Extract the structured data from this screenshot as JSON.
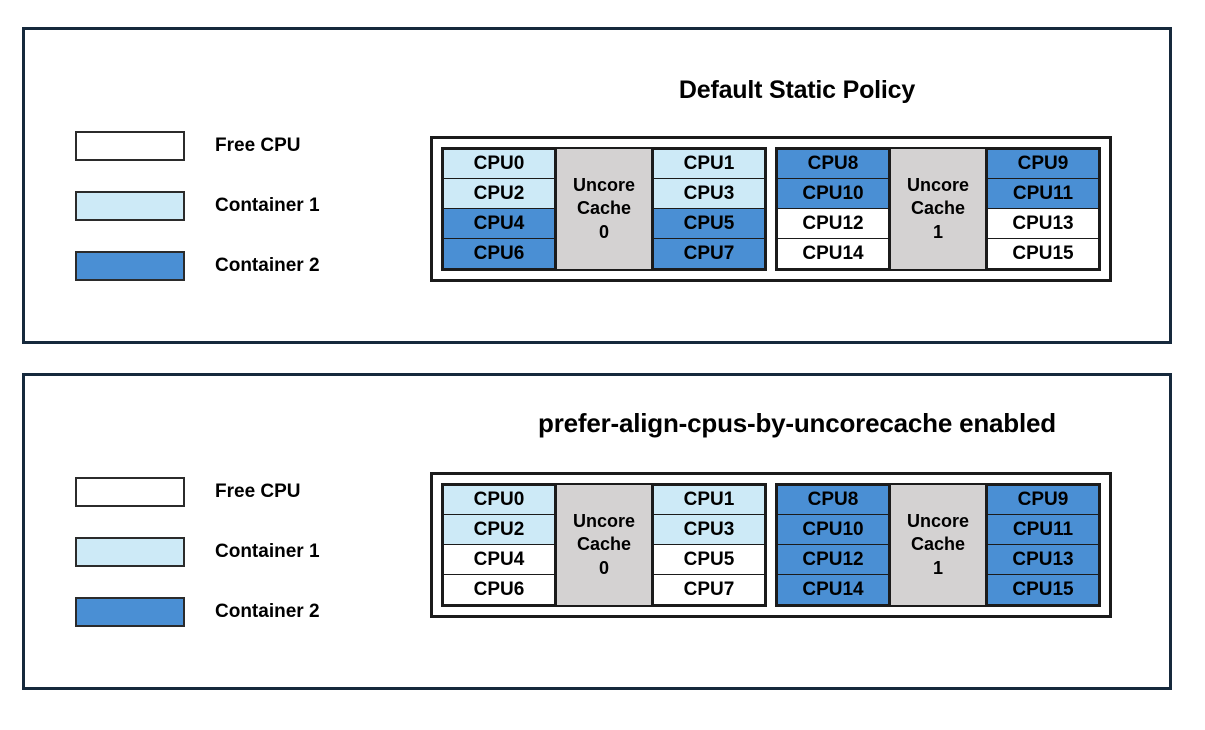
{
  "legend_common": {
    "items": [
      {
        "label": "Free CPU",
        "color": "#ffffff",
        "key": "free"
      },
      {
        "label": "Container 1",
        "color": "#cdeaf7",
        "key": "c1"
      },
      {
        "label": "Container 2",
        "color": "#4a8fd4",
        "key": "c2"
      }
    ]
  },
  "colors": {
    "free": "#ffffff",
    "container1": "#cdeaf7",
    "container2": "#4a8fd4",
    "uncore_cache": "#d4d2d2",
    "panel_border": "#16293c",
    "cell_border": "#1b1b1b",
    "text": "#000000"
  },
  "panels": [
    {
      "id": "default-static-policy",
      "title": "Default Static Policy",
      "legend": {
        "items": [
          {
            "label": "Free CPU",
            "color": "#ffffff"
          },
          {
            "label": "Container 1",
            "color": "#cdeaf7"
          },
          {
            "label": "Container 2",
            "color": "#4a8fd4"
          }
        ]
      },
      "diagram": {
        "sockets": [
          {
            "uncore_label_lines": [
              "Uncore",
              "Cache",
              "0"
            ],
            "left_column": [
              {
                "label": "CPU0",
                "state": "container1"
              },
              {
                "label": "CPU2",
                "state": "container1"
              },
              {
                "label": "CPU4",
                "state": "container2"
              },
              {
                "label": "CPU6",
                "state": "container2"
              }
            ],
            "right_column": [
              {
                "label": "CPU1",
                "state": "container1"
              },
              {
                "label": "CPU3",
                "state": "container1"
              },
              {
                "label": "CPU5",
                "state": "container2"
              },
              {
                "label": "CPU7",
                "state": "container2"
              }
            ]
          },
          {
            "uncore_label_lines": [
              "Uncore",
              "Cache",
              "1"
            ],
            "left_column": [
              {
                "label": "CPU8",
                "state": "container2"
              },
              {
                "label": "CPU10",
                "state": "container2"
              },
              {
                "label": "CPU12",
                "state": "free"
              },
              {
                "label": "CPU14",
                "state": "free"
              }
            ],
            "right_column": [
              {
                "label": "CPU9",
                "state": "container2"
              },
              {
                "label": "CPU11",
                "state": "container2"
              },
              {
                "label": "CPU13",
                "state": "free"
              },
              {
                "label": "CPU15",
                "state": "free"
              }
            ]
          }
        ]
      }
    },
    {
      "id": "prefer-align-cpus-by-uncorecache-enabled",
      "title": "prefer-align-cpus-by-uncorecache enabled",
      "legend": {
        "items": [
          {
            "label": "Free CPU",
            "color": "#ffffff"
          },
          {
            "label": "Container 1",
            "color": "#cdeaf7"
          },
          {
            "label": "Container 2",
            "color": "#4a8fd4"
          }
        ]
      },
      "diagram": {
        "sockets": [
          {
            "uncore_label_lines": [
              "Uncore",
              "Cache",
              "0"
            ],
            "left_column": [
              {
                "label": "CPU0",
                "state": "container1"
              },
              {
                "label": "CPU2",
                "state": "container1"
              },
              {
                "label": "CPU4",
                "state": "free"
              },
              {
                "label": "CPU6",
                "state": "free"
              }
            ],
            "right_column": [
              {
                "label": "CPU1",
                "state": "container1"
              },
              {
                "label": "CPU3",
                "state": "container1"
              },
              {
                "label": "CPU5",
                "state": "free"
              },
              {
                "label": "CPU7",
                "state": "free"
              }
            ]
          },
          {
            "uncore_label_lines": [
              "Uncore",
              "Cache",
              "1"
            ],
            "left_column": [
              {
                "label": "CPU8",
                "state": "container2"
              },
              {
                "label": "CPU10",
                "state": "container2"
              },
              {
                "label": "CPU12",
                "state": "container2"
              },
              {
                "label": "CPU14",
                "state": "container2"
              }
            ],
            "right_column": [
              {
                "label": "CPU9",
                "state": "container2"
              },
              {
                "label": "CPU11",
                "state": "container2"
              },
              {
                "label": "CPU13",
                "state": "container2"
              },
              {
                "label": "CPU15",
                "state": "container2"
              }
            ]
          }
        ]
      }
    }
  ]
}
